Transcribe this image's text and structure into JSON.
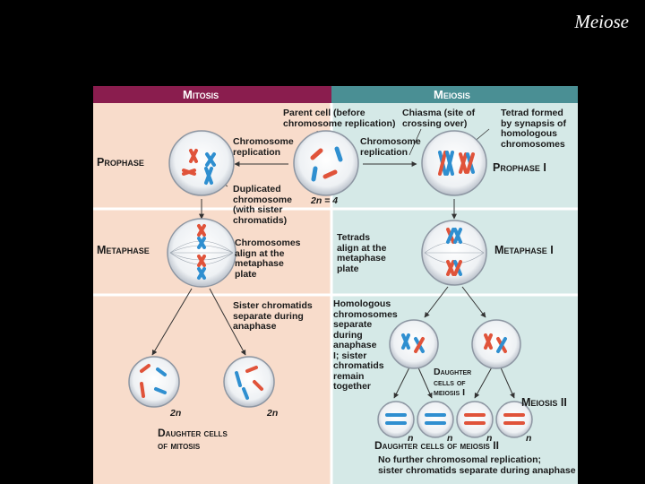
{
  "slide": {
    "title": "Meiose"
  },
  "figure": {
    "mitosis_header": "Mitosis",
    "meiosis_header": "Meiosis",
    "parent_cell": [
      "Parent cell (before",
      "chromosome replication)"
    ],
    "chiasma": [
      "Chiasma (site of",
      "crossing over)"
    ],
    "tetrad_formed": [
      "Tetrad formed",
      "by synapsis of",
      "homologous",
      "chromosomes"
    ],
    "chrom_replication_left": [
      "Chromosome",
      "replication"
    ],
    "chrom_replication_right": [
      "Chromosome",
      "replication"
    ],
    "prophase": "Prophase",
    "prophase_i": "Prophase I",
    "duplicated": [
      "Duplicated",
      "chromosome",
      "(with sister",
      "chromatids)"
    ],
    "two_n_equals_4": "2n = 4",
    "metaphase": "Metaphase",
    "chromosomes_align": [
      "Chromosomes",
      "align at the",
      "metaphase",
      "plate"
    ],
    "tetrads_align": [
      "Tetrads",
      "align at the",
      "metaphase",
      "plate"
    ],
    "metaphase_i": "Metaphase I",
    "sister_separate": [
      "Sister chromatids",
      "separate during",
      "anaphase"
    ],
    "homologous_separate": [
      "Homologous",
      "chromosomes",
      "separate",
      "during",
      "anaphase",
      "I; sister",
      "chromatids",
      "remain",
      "together"
    ],
    "daughter_meiosis_i": [
      "Daughter",
      "cells of",
      "meiosis I"
    ],
    "meiosis_ii": "Meiosis II",
    "two_n_left": "2n",
    "two_n_right": "2n",
    "n_labels": [
      "n",
      "n",
      "n",
      "n"
    ],
    "daughter_mitosis": [
      "Daughter cells",
      "of mitosis"
    ],
    "daughter_meiosis_ii": "Daughter cells of meiosis II",
    "no_further": [
      "No further chromosomal replication;",
      "sister chromatids separate during anaphase II"
    ]
  },
  "colors": {
    "mitosis_header": "#8a1d4e",
    "meiosis_header": "#4a8f94",
    "mitosis_bg": "#f8dccb",
    "meiosis_bg": "#d5e9e7",
    "maternal_chromosome": "#e0533a",
    "paternal_chromosome": "#2f8fd0"
  }
}
